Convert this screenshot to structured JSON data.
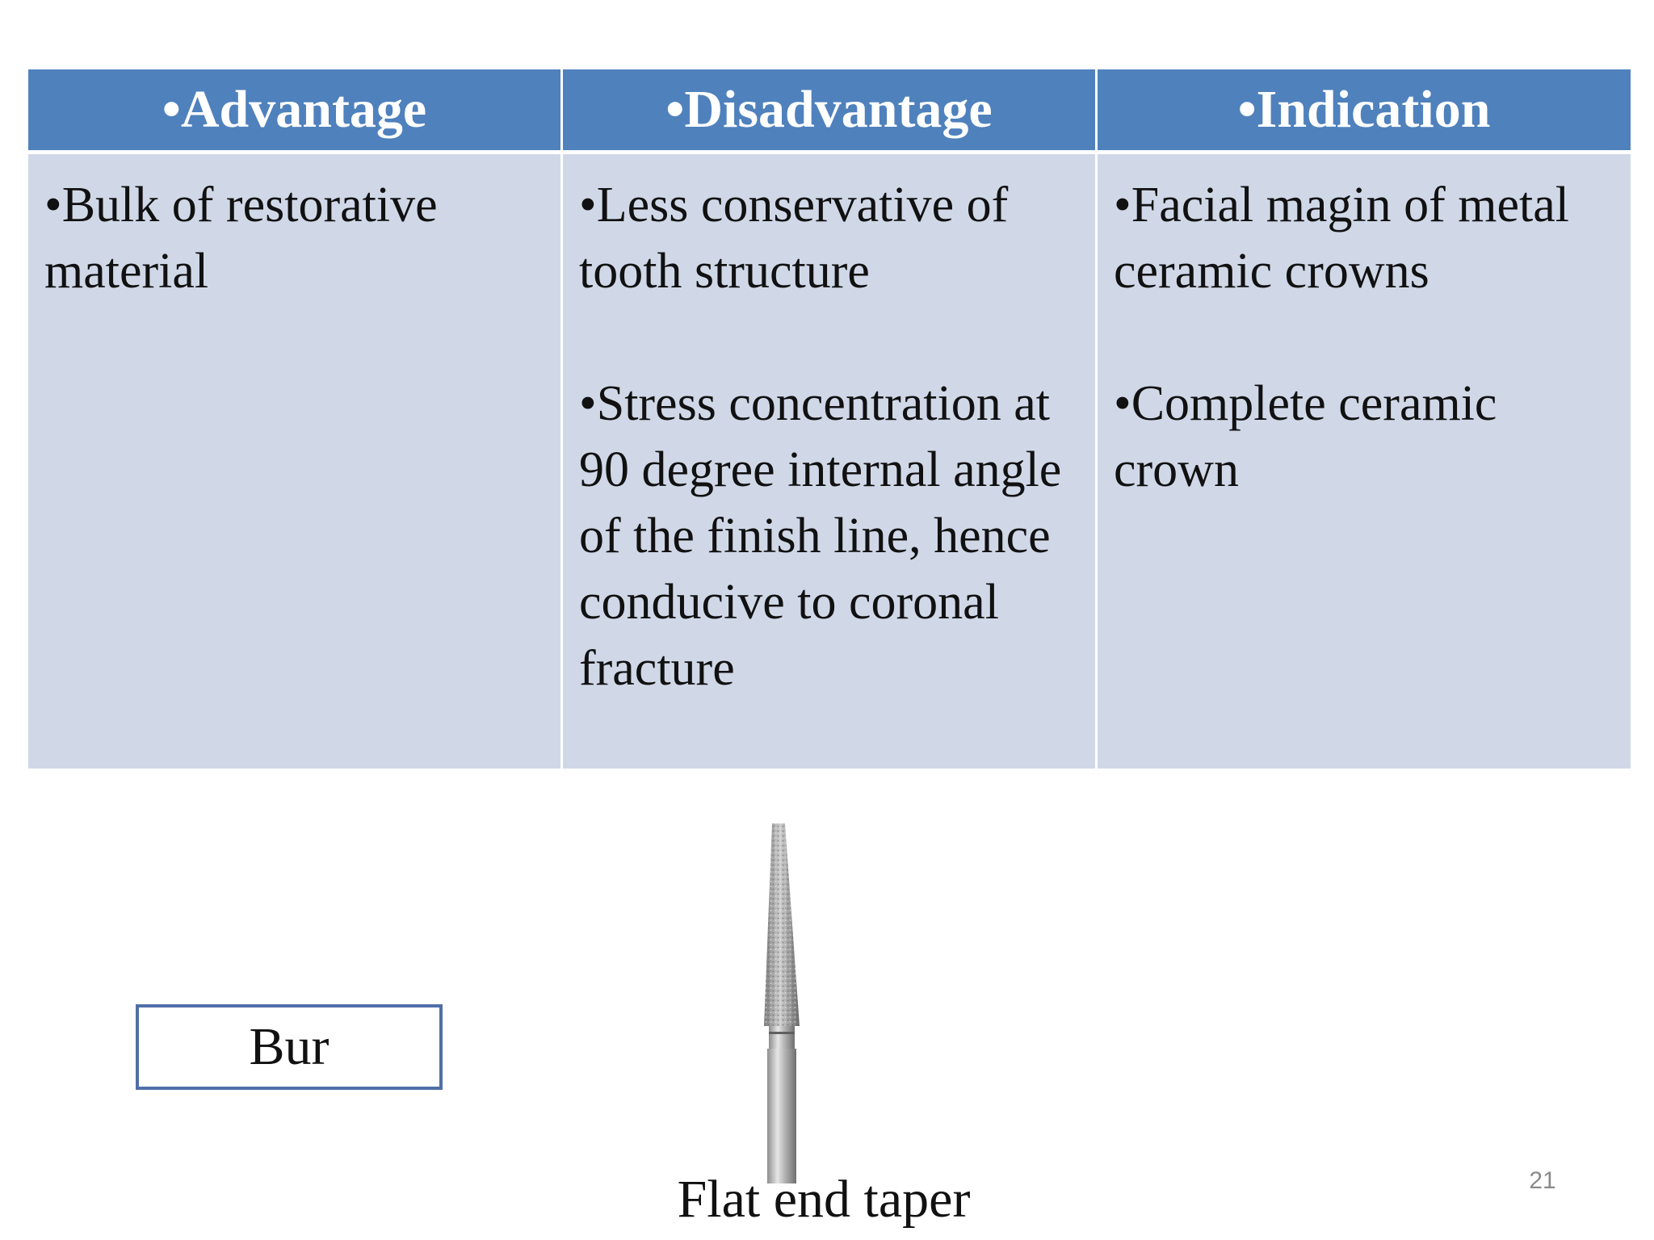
{
  "table": {
    "headers": [
      "•Advantage",
      "•Disadvantage",
      "•Indication"
    ],
    "columns": [
      {
        "items": [
          "•Bulk of restorative material"
        ]
      },
      {
        "items": [
          "•Less conservative of tooth structure",
          "•Stress concentration at 90 degree internal angle of the finish line, hence conducive to coronal fracture"
        ]
      },
      {
        "items": [
          "•Facial magin of metal ceramic crowns",
          "•Complete ceramic crown"
        ]
      }
    ]
  },
  "bur_label": "Bur",
  "figure": {
    "icon": "dental-bur-icon",
    "caption": "Flat end taper"
  },
  "page_number": "21"
}
